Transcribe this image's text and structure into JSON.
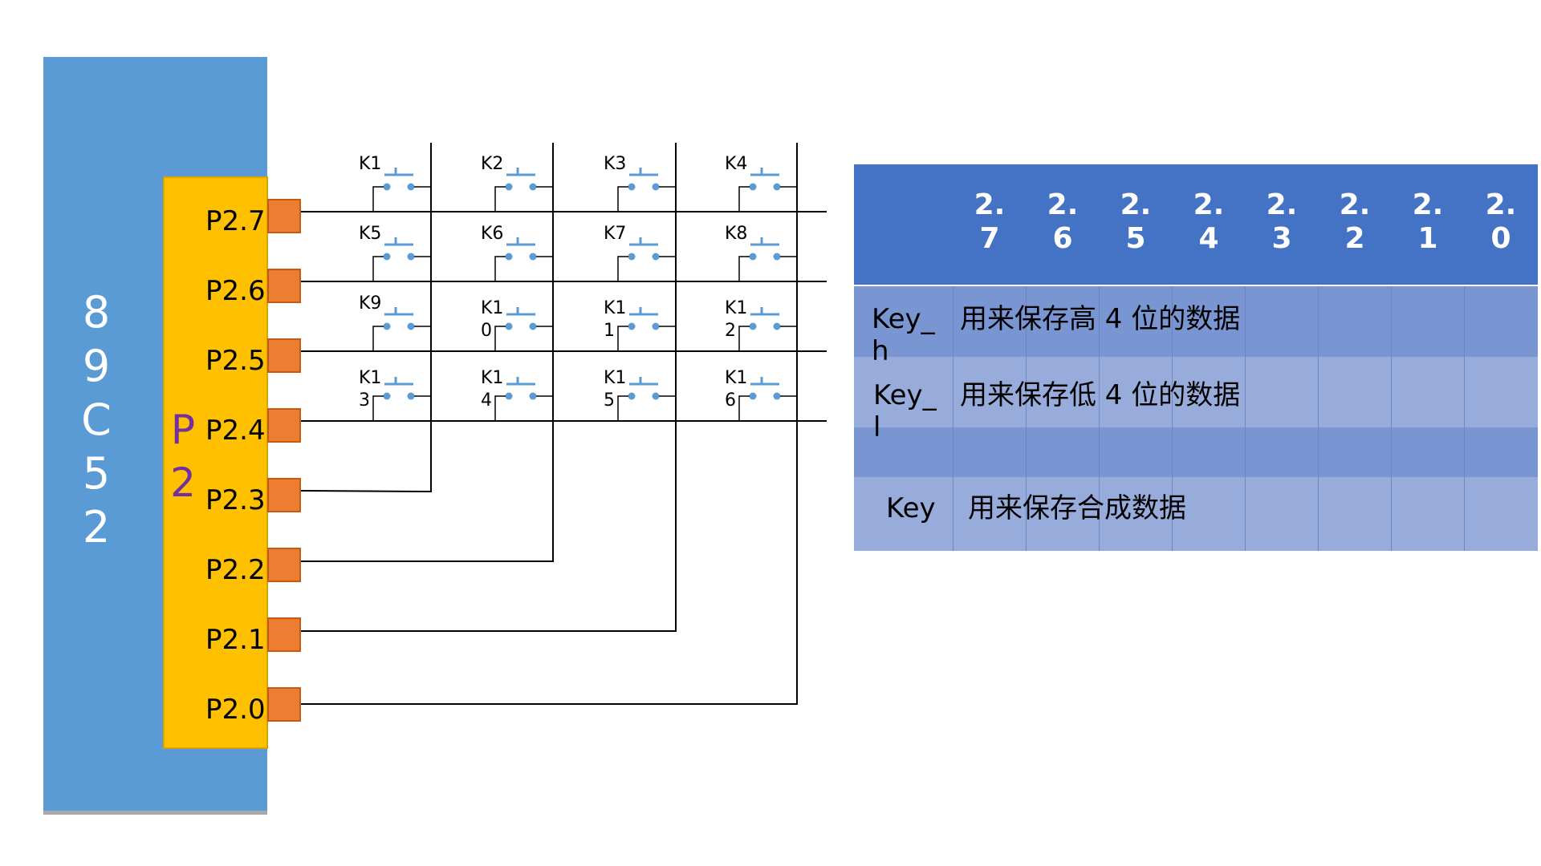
{
  "chip": {
    "name": "8\n9\nC\n5\n2",
    "port": "P\n2"
  },
  "pins": [
    "P2.7",
    "P2.6",
    "P2.5",
    "P2.4",
    "P2.3",
    "P2.2",
    "P2.1",
    "P2.0"
  ],
  "keys": [
    [
      "K1",
      "K2",
      "K3",
      "K4"
    ],
    [
      "K5",
      "K6",
      "K7",
      "K8"
    ],
    [
      "K9",
      "K1\n0",
      "K1\n1",
      "K1\n2"
    ],
    [
      "K1\n3",
      "K1\n4",
      "K1\n5",
      "K1\n6"
    ]
  ],
  "table": {
    "headers": [
      "2.\n7",
      "2.\n6",
      "2.\n5",
      "2.\n4",
      "2.\n3",
      "2.\n2",
      "2.\n1",
      "2.\n0"
    ],
    "rows": [
      {
        "name": "Key_\nh",
        "desc": "用来保存高 4 位的数据"
      },
      {
        "name": "Key_\nl",
        "desc": "用来保存低 4 位的数据"
      },
      {
        "name": "",
        "desc": ""
      },
      {
        "name": "Key",
        "desc": "用来保存合成数据"
      }
    ]
  },
  "colors": {
    "chip": "#5B9BD5",
    "port": "#FFC000",
    "pin": "#ED7D31",
    "header": "#4472C4",
    "switch": "#5B9BD5"
  }
}
